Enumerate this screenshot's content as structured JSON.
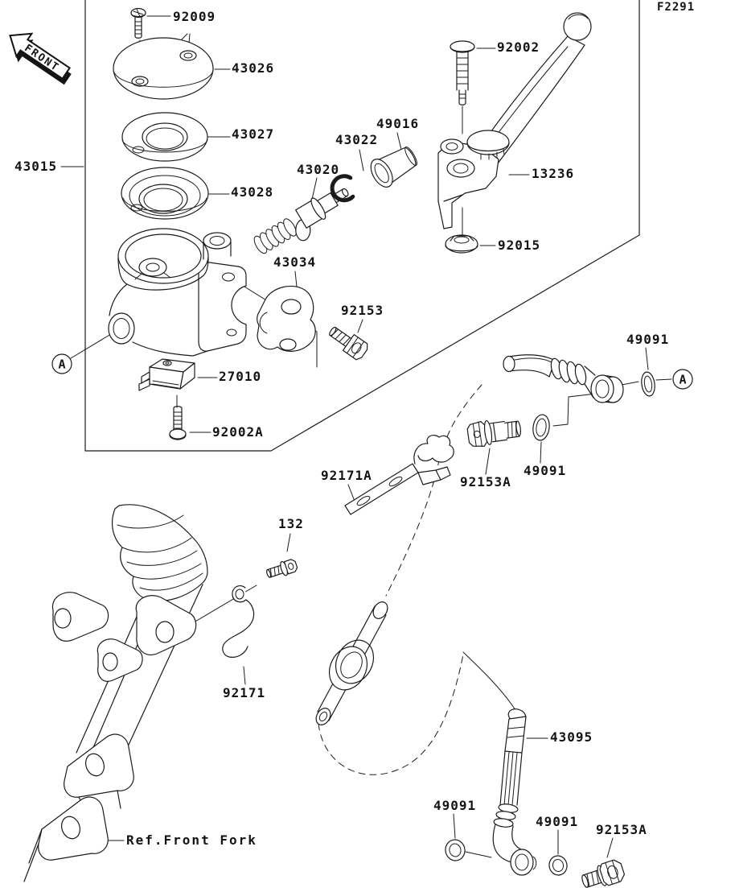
{
  "annotations": {
    "figure_code": "F2291",
    "front": "FRONT",
    "ref_front_fork": "Ref.Front Fork",
    "marker": "A"
  },
  "callouts": {
    "p92009": "92009",
    "p43026": "43026",
    "p43027": "43027",
    "p43015": "43015",
    "p43028": "43028",
    "p92002": "92002",
    "p49016": "49016",
    "p43022": "43022",
    "p43020": "43020",
    "p13236": "13236",
    "p92015": "92015",
    "p43034": "43034",
    "p92153": "92153",
    "p27010": "27010",
    "p92002a": "92002A",
    "p49091_tr": "49091",
    "p92171a": "92171A",
    "p92153a_mid": "92153A",
    "p49091_mid": "49091",
    "p132": "132",
    "p92171": "92171",
    "p43095": "43095",
    "p49091_bl": "49091",
    "p49091_bm": "49091",
    "p92153a_bot": "92153A"
  },
  "colors": {
    "ink": "#1b1b1b",
    "paper": "#ffffff"
  }
}
